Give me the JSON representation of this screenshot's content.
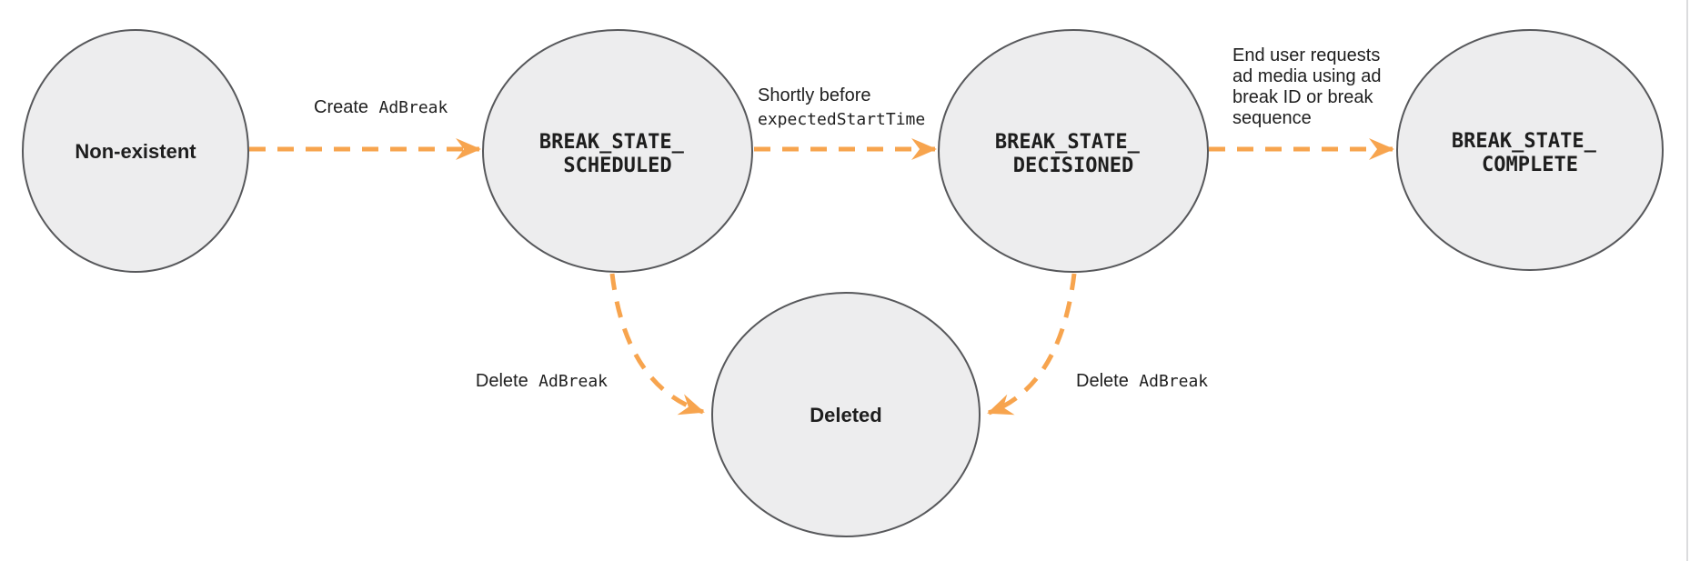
{
  "diagram": {
    "type": "state-diagram",
    "colors": {
      "node_fill": "#EDEDEE",
      "node_stroke": "#57585B",
      "arrow": "#F7A44E",
      "text": "#1E1E1E",
      "page_edge": "#DBDCDE"
    },
    "states": [
      {
        "label": "Non-existent"
      },
      {
        "label_line1": "BREAK_STATE_",
        "label_line2": "SCHEDULED"
      },
      {
        "label_line1": "BREAK_STATE_",
        "label_line2": "DECISIONED"
      },
      {
        "label_line1": "BREAK_STATE_",
        "label_line2": "COMPLETE"
      },
      {
        "label": "Deleted"
      }
    ],
    "transitions": [
      {
        "from": "Non-existent",
        "to": "BREAK_STATE_SCHEDULED",
        "label_plain": "Create",
        "label_code": "AdBreak"
      },
      {
        "from": "BREAK_STATE_SCHEDULED",
        "to": "BREAK_STATE_DECISIONED",
        "label_plain": "Shortly before",
        "label_code": "expectedStartTime"
      },
      {
        "from": "BREAK_STATE_DECISIONED",
        "to": "BREAK_STATE_COMPLETE",
        "label_lines": [
          "End user requests",
          "ad media using ad",
          "break ID or break",
          "sequence"
        ]
      },
      {
        "from": "BREAK_STATE_SCHEDULED",
        "to": "Deleted",
        "label_plain": "Delete",
        "label_code": "AdBreak"
      },
      {
        "from": "BREAK_STATE_DECISIONED",
        "to": "Deleted",
        "label_plain": "Delete",
        "label_code": "AdBreak"
      }
    ]
  }
}
